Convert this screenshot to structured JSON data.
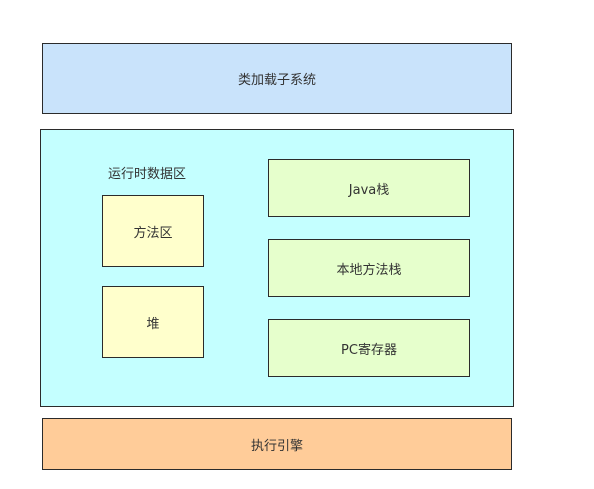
{
  "class_loader": {
    "label": "类加载子系统",
    "fill": "#c9e3fb"
  },
  "runtime_data_area": {
    "title": "运行时数据区",
    "fill": "#c4ffff",
    "method_area": {
      "label": "方法区",
      "fill": "#ffffcc"
    },
    "heap": {
      "label": "堆",
      "fill": "#ffffcc"
    },
    "java_stack": {
      "label": "Java栈",
      "fill": "#e6ffcc"
    },
    "native_method_stack": {
      "label": "本地方法栈",
      "fill": "#e6ffcc"
    },
    "pc_register": {
      "label": "PC寄存器",
      "fill": "#e6ffcc"
    }
  },
  "execution_engine": {
    "label": "执行引擎",
    "fill": "#ffcc99"
  }
}
